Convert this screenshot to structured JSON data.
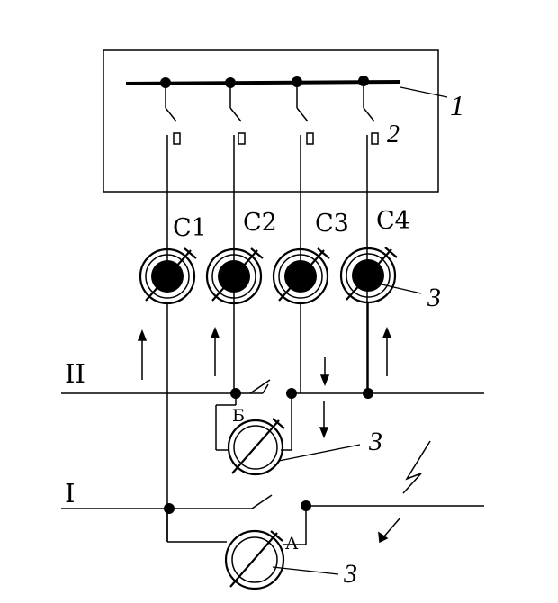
{
  "labels": {
    "c1": "C1",
    "c2": "C2",
    "c3": "C3",
    "c4": "C4",
    "bus_2": "II",
    "bus_1": "I",
    "ref_1": "1",
    "ref_2": "2",
    "ref_3_c4": "3",
    "ref_3_b": "3",
    "ref_3_a": "3",
    "breaker_b": "Б",
    "breaker_a": "А"
  }
}
